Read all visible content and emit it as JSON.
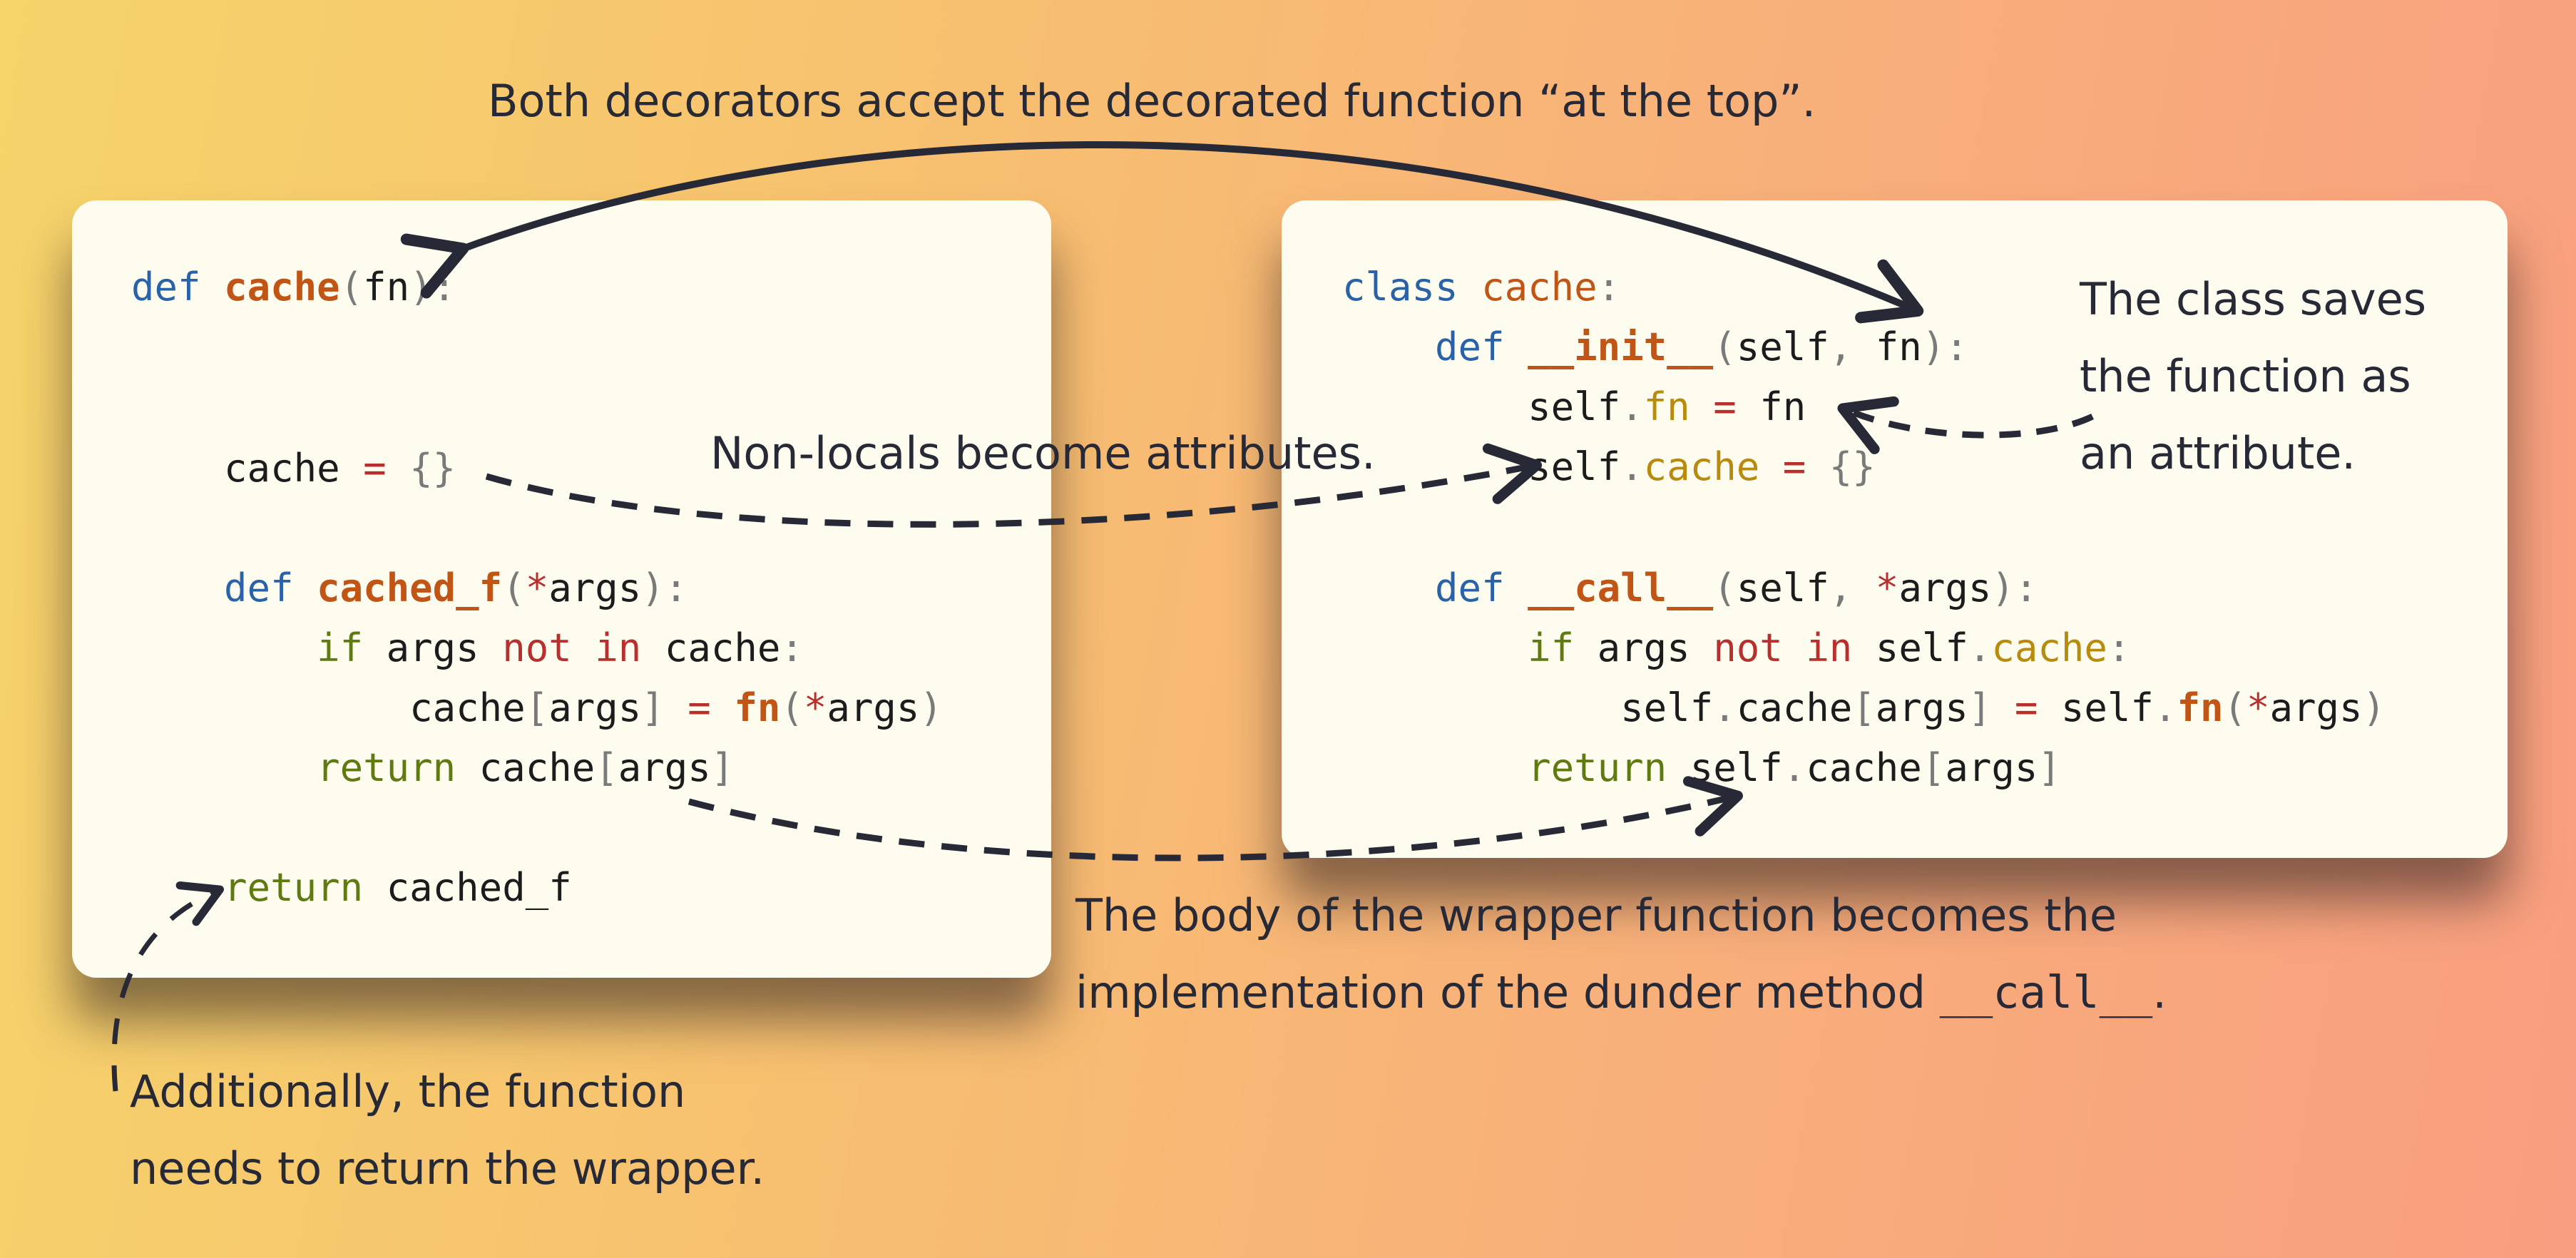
{
  "title": "Both decorators accept the decorated function “at the top”.",
  "annotations": {
    "nonlocals": "Non-locals become attributes.",
    "class_saves": [
      "The class saves",
      "the function as",
      "an attribute."
    ],
    "body_wrapper": [
      "The body of the wrapper function becomes the",
      "implementation of the dunder method "
    ],
    "body_wrapper_code": "__call__",
    "body_wrapper_end": ".",
    "additionally": [
      "Additionally, the function",
      "needs to return the wrapper."
    ]
  },
  "left_code": {
    "lines": [
      {
        "tokens": [
          [
            "kw-blue",
            "def"
          ],
          [
            "",
            " "
          ],
          [
            "fn",
            "cache"
          ],
          [
            "punc",
            "("
          ],
          [
            "",
            "fn"
          ],
          [
            "punc",
            "):"
          ]
        ]
      },
      {
        "tokens": [
          [
            "",
            "    cache "
          ],
          [
            "op",
            "="
          ],
          [
            "",
            " "
          ],
          [
            "punc",
            "{}"
          ]
        ]
      },
      {
        "tokens": [
          [
            "",
            "    "
          ],
          [
            "kw-blue",
            "def"
          ],
          [
            "",
            " "
          ],
          [
            "fn",
            "cached_f"
          ],
          [
            "punc",
            "("
          ],
          [
            "op",
            "*"
          ],
          [
            "",
            "args"
          ],
          [
            "punc",
            "):"
          ]
        ]
      },
      {
        "tokens": [
          [
            "",
            "        "
          ],
          [
            "kw-green",
            "if"
          ],
          [
            "",
            " args "
          ],
          [
            "op",
            "not"
          ],
          [
            "",
            " "
          ],
          [
            "op",
            "in"
          ],
          [
            "",
            " cache"
          ],
          [
            "punc",
            ":"
          ]
        ]
      },
      {
        "tokens": [
          [
            "",
            "            cache"
          ],
          [
            "punc",
            "["
          ],
          [
            "",
            "args"
          ],
          [
            "punc",
            "]"
          ],
          [
            "",
            " "
          ],
          [
            "op",
            "="
          ],
          [
            "",
            " "
          ],
          [
            "fn",
            "fn"
          ],
          [
            "punc",
            "("
          ],
          [
            "op",
            "*"
          ],
          [
            "",
            "args"
          ],
          [
            "punc",
            ")"
          ]
        ]
      },
      {
        "tokens": [
          [
            "",
            "        "
          ],
          [
            "kw-green",
            "return"
          ],
          [
            "",
            " cache"
          ],
          [
            "punc",
            "["
          ],
          [
            "",
            "args"
          ],
          [
            "punc",
            "]"
          ]
        ]
      },
      {
        "tokens": [
          [
            "",
            "    "
          ],
          [
            "kw-green",
            "return"
          ],
          [
            "",
            " cached_f"
          ]
        ]
      }
    ]
  },
  "right_code": {
    "lines": [
      {
        "tokens": [
          [
            "kw-blue",
            "class"
          ],
          [
            "",
            " "
          ],
          [
            "cls",
            "cache"
          ],
          [
            "punc",
            ":"
          ]
        ]
      },
      {
        "tokens": [
          [
            "",
            "    "
          ],
          [
            "kw-blue",
            "def"
          ],
          [
            "",
            " "
          ],
          [
            "fn",
            "__init__"
          ],
          [
            "punc",
            "("
          ],
          [
            "",
            "self"
          ],
          [
            "punc",
            ","
          ],
          [
            "",
            " fn"
          ],
          [
            "punc",
            "):"
          ]
        ]
      },
      {
        "tokens": [
          [
            "",
            "        self"
          ],
          [
            "punc",
            "."
          ],
          [
            "attr",
            "fn"
          ],
          [
            "",
            " "
          ],
          [
            "op",
            "="
          ],
          [
            "",
            " fn"
          ]
        ]
      },
      {
        "tokens": [
          [
            "",
            "        self"
          ],
          [
            "punc",
            "."
          ],
          [
            "attr",
            "cache"
          ],
          [
            "",
            " "
          ],
          [
            "op",
            "="
          ],
          [
            "",
            " "
          ],
          [
            "punc",
            "{}"
          ]
        ]
      },
      {
        "tokens": [
          [
            "",
            "    "
          ],
          [
            "kw-blue",
            "def"
          ],
          [
            "",
            " "
          ],
          [
            "fn",
            "__call__"
          ],
          [
            "punc",
            "("
          ],
          [
            "",
            "self"
          ],
          [
            "punc",
            ","
          ],
          [
            "",
            " "
          ],
          [
            "op",
            "*"
          ],
          [
            "",
            "args"
          ],
          [
            "punc",
            "):"
          ]
        ]
      },
      {
        "tokens": [
          [
            "",
            "        "
          ],
          [
            "kw-green",
            "if"
          ],
          [
            "",
            " args "
          ],
          [
            "op",
            "not"
          ],
          [
            "",
            " "
          ],
          [
            "op",
            "in"
          ],
          [
            "",
            " self"
          ],
          [
            "punc",
            "."
          ],
          [
            "attr",
            "cache"
          ],
          [
            "punc",
            ":"
          ]
        ]
      },
      {
        "tokens": [
          [
            "",
            "            self"
          ],
          [
            "punc",
            "."
          ],
          [
            "",
            "cache"
          ],
          [
            "punc",
            "["
          ],
          [
            "",
            "args"
          ],
          [
            "punc",
            "]"
          ],
          [
            "",
            " "
          ],
          [
            "op",
            "="
          ],
          [
            "",
            " self"
          ],
          [
            "punc",
            "."
          ],
          [
            "fn",
            "fn"
          ],
          [
            "punc",
            "("
          ],
          [
            "op",
            "*"
          ],
          [
            "",
            "args"
          ],
          [
            "punc",
            ")"
          ]
        ]
      },
      {
        "tokens": [
          [
            "",
            "        "
          ],
          [
            "kw-green",
            "return"
          ],
          [
            "",
            " self"
          ],
          [
            "punc",
            "."
          ],
          [
            "",
            "cache"
          ],
          [
            "punc",
            "["
          ],
          [
            "",
            "args"
          ],
          [
            "punc",
            "]"
          ]
        ]
      }
    ]
  },
  "colors": {
    "keyword_blue": "#2a62a8",
    "function_orange": "#c15515",
    "operator_red": "#b8302e",
    "keyword_green": "#5f7a10",
    "attribute_gold": "#b88a0e",
    "arrow": "#272a36",
    "card_bg": "#fefcef"
  }
}
